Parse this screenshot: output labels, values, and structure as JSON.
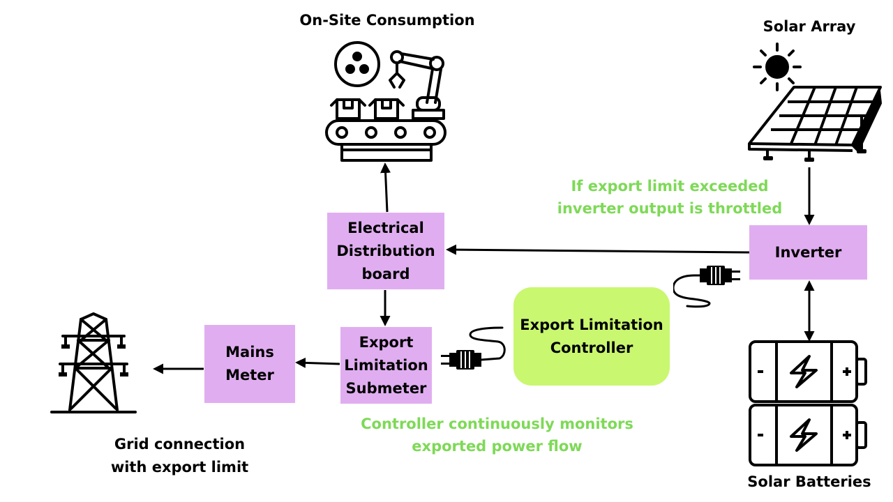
{
  "labels": {
    "on_site": "On-Site Consumption",
    "solar_array": "Solar Array",
    "grid_line1": "Grid connection",
    "grid_line2": "with export limit",
    "batteries": "Solar Batteries"
  },
  "boxes": {
    "distribution": [
      "Electrical",
      "Distribution",
      "board"
    ],
    "submeter": [
      "Export",
      "Limitation",
      "Submeter"
    ],
    "mains": [
      "Mains",
      "Meter"
    ],
    "inverter": [
      "Inverter"
    ],
    "controller": [
      "Export Limitation",
      "Controller"
    ]
  },
  "notes": {
    "throttle": [
      "If export limit exceeded",
      "inverter output is throttled"
    ],
    "monitor": [
      "Controller continuously monitors",
      "exported power flow"
    ]
  },
  "colors": {
    "box_fill": "#e0aef0",
    "controller_fill": "#c9f76f",
    "note_text": "#7ed957"
  },
  "icons": [
    "factory-conveyor-icon",
    "solar-panel-icon",
    "transmission-tower-icon",
    "battery-icon",
    "plug-icon"
  ]
}
